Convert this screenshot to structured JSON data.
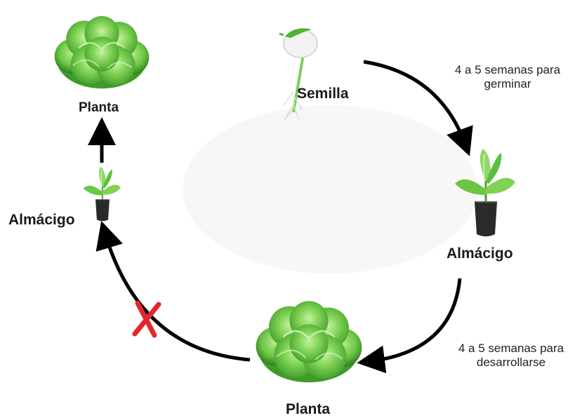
{
  "labels": {
    "semilla": "Semilla",
    "almacigo_right": "Almácigo",
    "planta_bottom": "Planta",
    "almacigo_left": "Almácigo",
    "planta_top": "Planta"
  },
  "notes": {
    "germinar_line1": "4 a 5 semanas para",
    "germinar_line2": "germinar",
    "desarrollar_line1": "4 a 5 semanas para",
    "desarrollar_line2": "desarrollarse"
  },
  "icons": {
    "seed": "seed-sprout-icon",
    "seedling": "seedling-plug-icon",
    "lettuce": "lettuce-head-icon",
    "cross": "red-x-icon"
  },
  "colors": {
    "arrow": "#000000",
    "cross": "#e3262b",
    "leaf_light": "#8fd86a",
    "leaf_mid": "#5cbf3c",
    "leaf_dark": "#3a8f25",
    "soil": "#2a2a2a"
  }
}
